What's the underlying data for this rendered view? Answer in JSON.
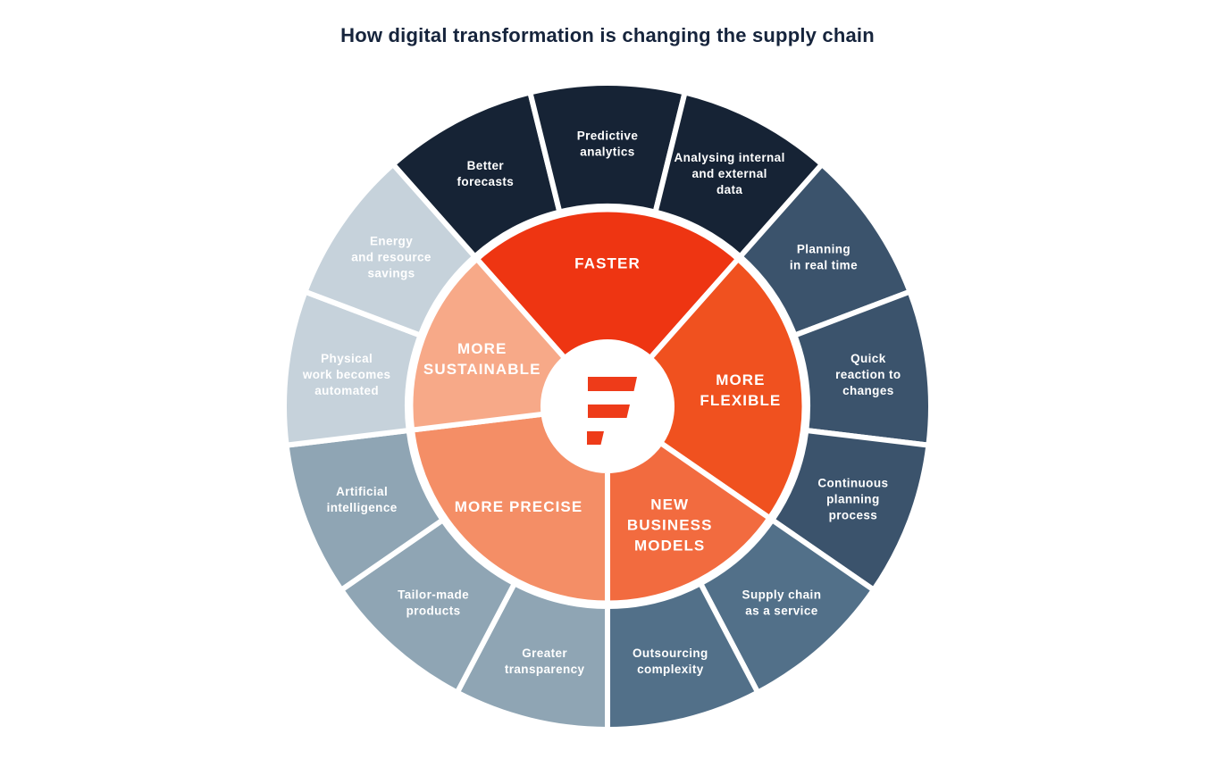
{
  "title": "How digital transformation is changing the supply chain",
  "colors": {
    "background": "#FFFFFF",
    "title_text": "#16243C",
    "label_text": "#FFFFFF",
    "segment_gap": "#FFFFFF",
    "logo_red": "#EE3B19"
  },
  "chart_data": {
    "type": "sunburst",
    "title": "How digital transformation is changing the supply chain",
    "rings": 2,
    "outer_segment_count": 13,
    "outer_segment_angle_deg": 27.69,
    "start_angle_deg": -41.54,
    "legend": "none",
    "center_logo": "flexis-f-logo",
    "groups": [
      {
        "label": "FASTER",
        "label_lines": [
          "FASTER"
        ],
        "inner_color": "#EE3512",
        "outer_color": "#162335",
        "items": [
          {
            "label": "Better forecasts",
            "lines": [
              "Better",
              "forecasts"
            ]
          },
          {
            "label": "Predictive analytics",
            "lines": [
              "Predictive",
              "analytics"
            ]
          },
          {
            "label": "Analysing internal and external data",
            "lines": [
              "Analysing internal",
              "and external",
              "data"
            ]
          }
        ]
      },
      {
        "label": "MORE FLEXIBLE",
        "label_lines": [
          "MORE",
          "FLEXIBLE"
        ],
        "inner_color": "#F0511F",
        "outer_color": "#3B536C",
        "items": [
          {
            "label": "Planning in real time",
            "lines": [
              "Planning",
              "in real time"
            ]
          },
          {
            "label": "Quick reaction to changes",
            "lines": [
              "Quick",
              "reaction to",
              "changes"
            ]
          },
          {
            "label": "Continuous planning process",
            "lines": [
              "Continuous",
              "planning",
              "process"
            ]
          }
        ]
      },
      {
        "label": "NEW BUSINESS MODELS",
        "label_lines": [
          "NEW",
          "BUSINESS",
          "MODELS"
        ],
        "inner_color": "#F26B3F",
        "outer_color": "#527089",
        "items": [
          {
            "label": "Supply chain as a service",
            "lines": [
              "Supply chain",
              "as a service"
            ]
          },
          {
            "label": "Outsourcing complexity",
            "lines": [
              "Outsourcing",
              "complexity"
            ]
          }
        ]
      },
      {
        "label": "MORE PRECISE",
        "label_lines": [
          "MORE PRECISE"
        ],
        "inner_color": "#F48E66",
        "outer_color": "#8FA5B4",
        "items": [
          {
            "label": "Greater transparency",
            "lines": [
              "Greater",
              "transparency"
            ]
          },
          {
            "label": "Tailor-made products",
            "lines": [
              "Tailor-made",
              "products"
            ]
          },
          {
            "label": "Artificial intelligence",
            "lines": [
              "Artificial",
              "intelligence"
            ]
          }
        ]
      },
      {
        "label": "MORE SUSTAINABLE",
        "label_lines": [
          "MORE",
          "SUSTAINABLE"
        ],
        "inner_color": "#F7A988",
        "outer_color": "#C6D2DB",
        "items": [
          {
            "label": "Physical work becomes automated",
            "lines": [
              "Physical",
              "work becomes",
              "automated"
            ]
          },
          {
            "label": "Energy and resource savings",
            "lines": [
              "Energy",
              "and resource",
              "savings"
            ]
          }
        ]
      }
    ]
  }
}
